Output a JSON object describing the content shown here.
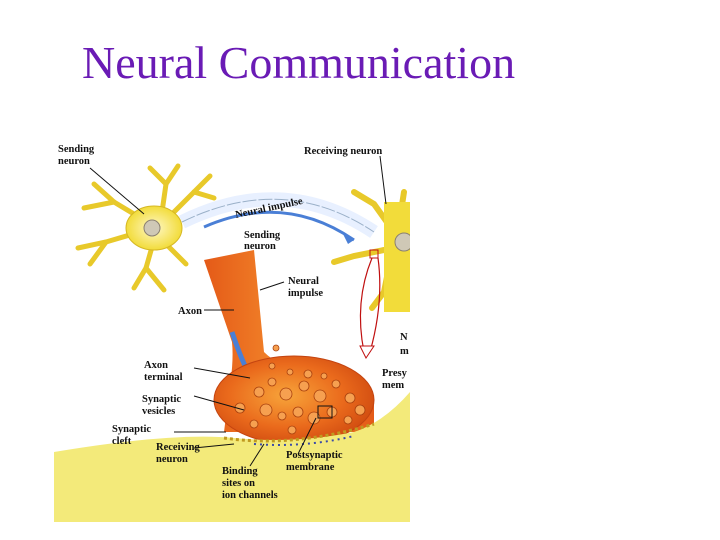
{
  "slide": {
    "title": "Neural Communication"
  },
  "figure": {
    "labels": {
      "sending_neuron_1": "Sending",
      "sending_neuron_2": "neuron",
      "receiving_neuron_top": "Receiving neuron",
      "neural_impulse_arc": "Neural impulse",
      "sending_neuron_inset_1": "Sending",
      "sending_neuron_inset_2": "neuron",
      "neural_impulse_1": "Neural",
      "neural_impulse_2": "impulse",
      "axon": "Axon",
      "cut_n": "N",
      "cut_m": "m",
      "axon_terminal_1": "Axon",
      "axon_terminal_2": "terminal",
      "presynaptic_1": "Presy",
      "presynaptic_2": "mem",
      "synaptic_vesicles_1": "Synaptic",
      "synaptic_vesicles_2": "vesicles",
      "synaptic_cleft_1": "Synaptic",
      "synaptic_cleft_2": "cleft",
      "receiving_neuron_1": "Receiving",
      "receiving_neuron_2": "neuron",
      "postsynaptic_1": "Postsynaptic",
      "postsynaptic_2": "membrane",
      "binding_sites_1": "Binding",
      "binding_sites_2": "sites on",
      "binding_sites_3": "ion channels"
    }
  }
}
